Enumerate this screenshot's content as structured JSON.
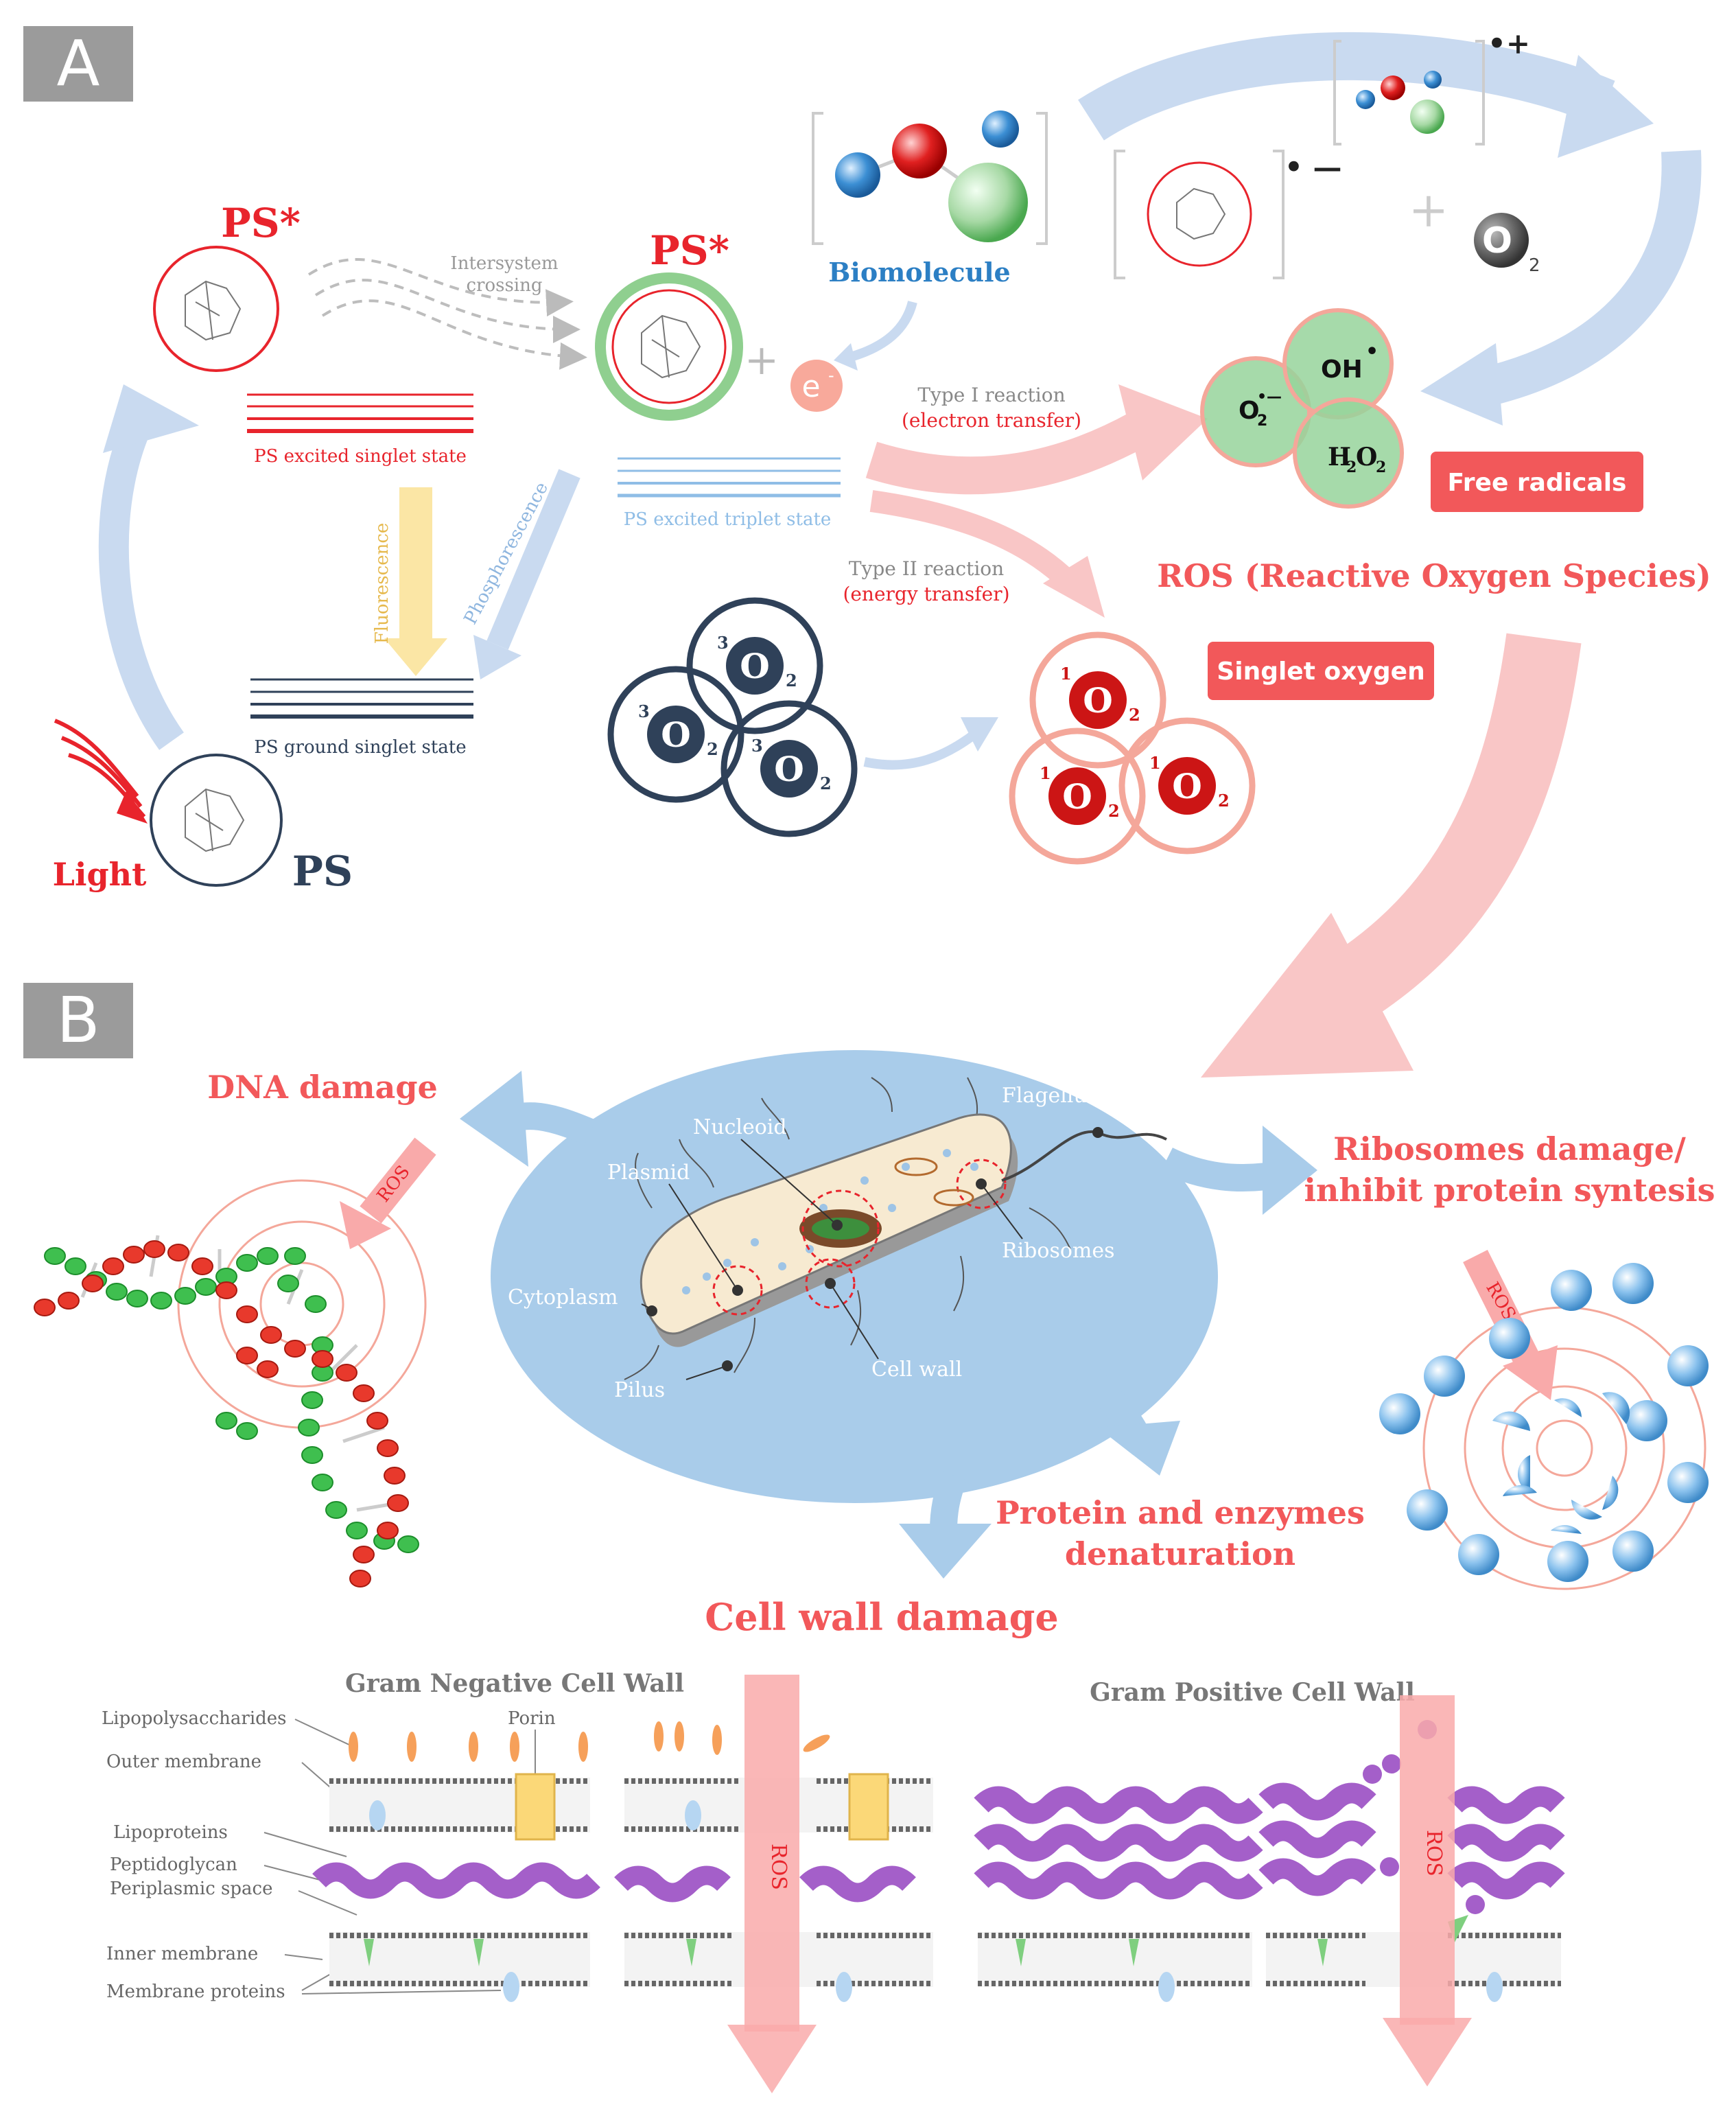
{
  "panel_a": {
    "tag": "A",
    "ps_star_left": "PS*",
    "ps_star_right": "PS*",
    "ps": "PS",
    "light": "Light",
    "intersystem_crossing": [
      "Intersystem",
      "crossing"
    ],
    "excited_singlet": "PS excited singlet state",
    "excited_triplet": "PS excited triplet state",
    "ground_singlet": "PS ground singlet state",
    "fluorescence": "Fluorescence",
    "phosphorescence": "Phosphorescence",
    "electron": "e",
    "electron_sup": "-",
    "biomolecule": "Biomolecule",
    "radical_cation": "•+",
    "radical_anion": "• —",
    "plus": "+",
    "oxygen": "O",
    "oxygen_sub": "2",
    "type1": [
      "Type I reaction",
      "(electron transfer)"
    ],
    "type2": [
      "Type II reaction",
      "(energy transfer)"
    ],
    "free_radicals": "Free radicals",
    "ros_title": "ROS (Reactive Oxygen Species)",
    "singlet_oxygen": "Singlet oxygen",
    "superoxide": "O",
    "superoxide_sup": "•—",
    "superoxide_sub": "2",
    "hydroxyl": "OH",
    "hydroxyl_sup": "•",
    "h2o2": [
      "H",
      "2",
      "O",
      "2"
    ],
    "triplet_sup": "3",
    "singlet_sup": "1"
  },
  "panel_b": {
    "tag": "B",
    "dna_damage": "DNA damage",
    "ribosomes_damage": [
      "Ribosomes damage/",
      "inhibit protein syntesis"
    ],
    "protein_denaturation": [
      "Protein and enzymes",
      "denaturation"
    ],
    "cell_wall_damage": "Cell wall damage",
    "ros": "ROS",
    "cell_labels": {
      "nucleoid": "Nucleoid",
      "flagellum": "Flagellum",
      "plasmid": "Plasmid",
      "ribosomes": "Ribosomes",
      "cytoplasm": "Cytoplasm",
      "cell_wall": "Cell wall",
      "pilus": "Pilus"
    },
    "gram_negative_title": "Gram Negative Cell Wall",
    "gram_positive_title": "Gram Positive Cell Wall",
    "gram_negative_labels": {
      "lipopolysaccharides": "Lipopolysaccharides",
      "porin": "Porin",
      "outer_membrane": "Outer membrane",
      "lipoproteins": "Lipoproteins",
      "peptidoglycan": "Peptidoglycan",
      "periplasmic_space": "Periplasmic space",
      "inner_membrane": "Inner membrane",
      "membrane_proteins": "Membrane proteins"
    }
  },
  "colors": {
    "red": "#e8242c",
    "salmon": "#f4a79a",
    "pink_arrow": "#f9c6c6",
    "blue_arrow": "#c9daf0",
    "navy": "#2f4159",
    "green": "#8fcf8f",
    "cell_blue": "#a9ccea",
    "purple": "#a45fc9",
    "label_box": "#f2585a"
  }
}
